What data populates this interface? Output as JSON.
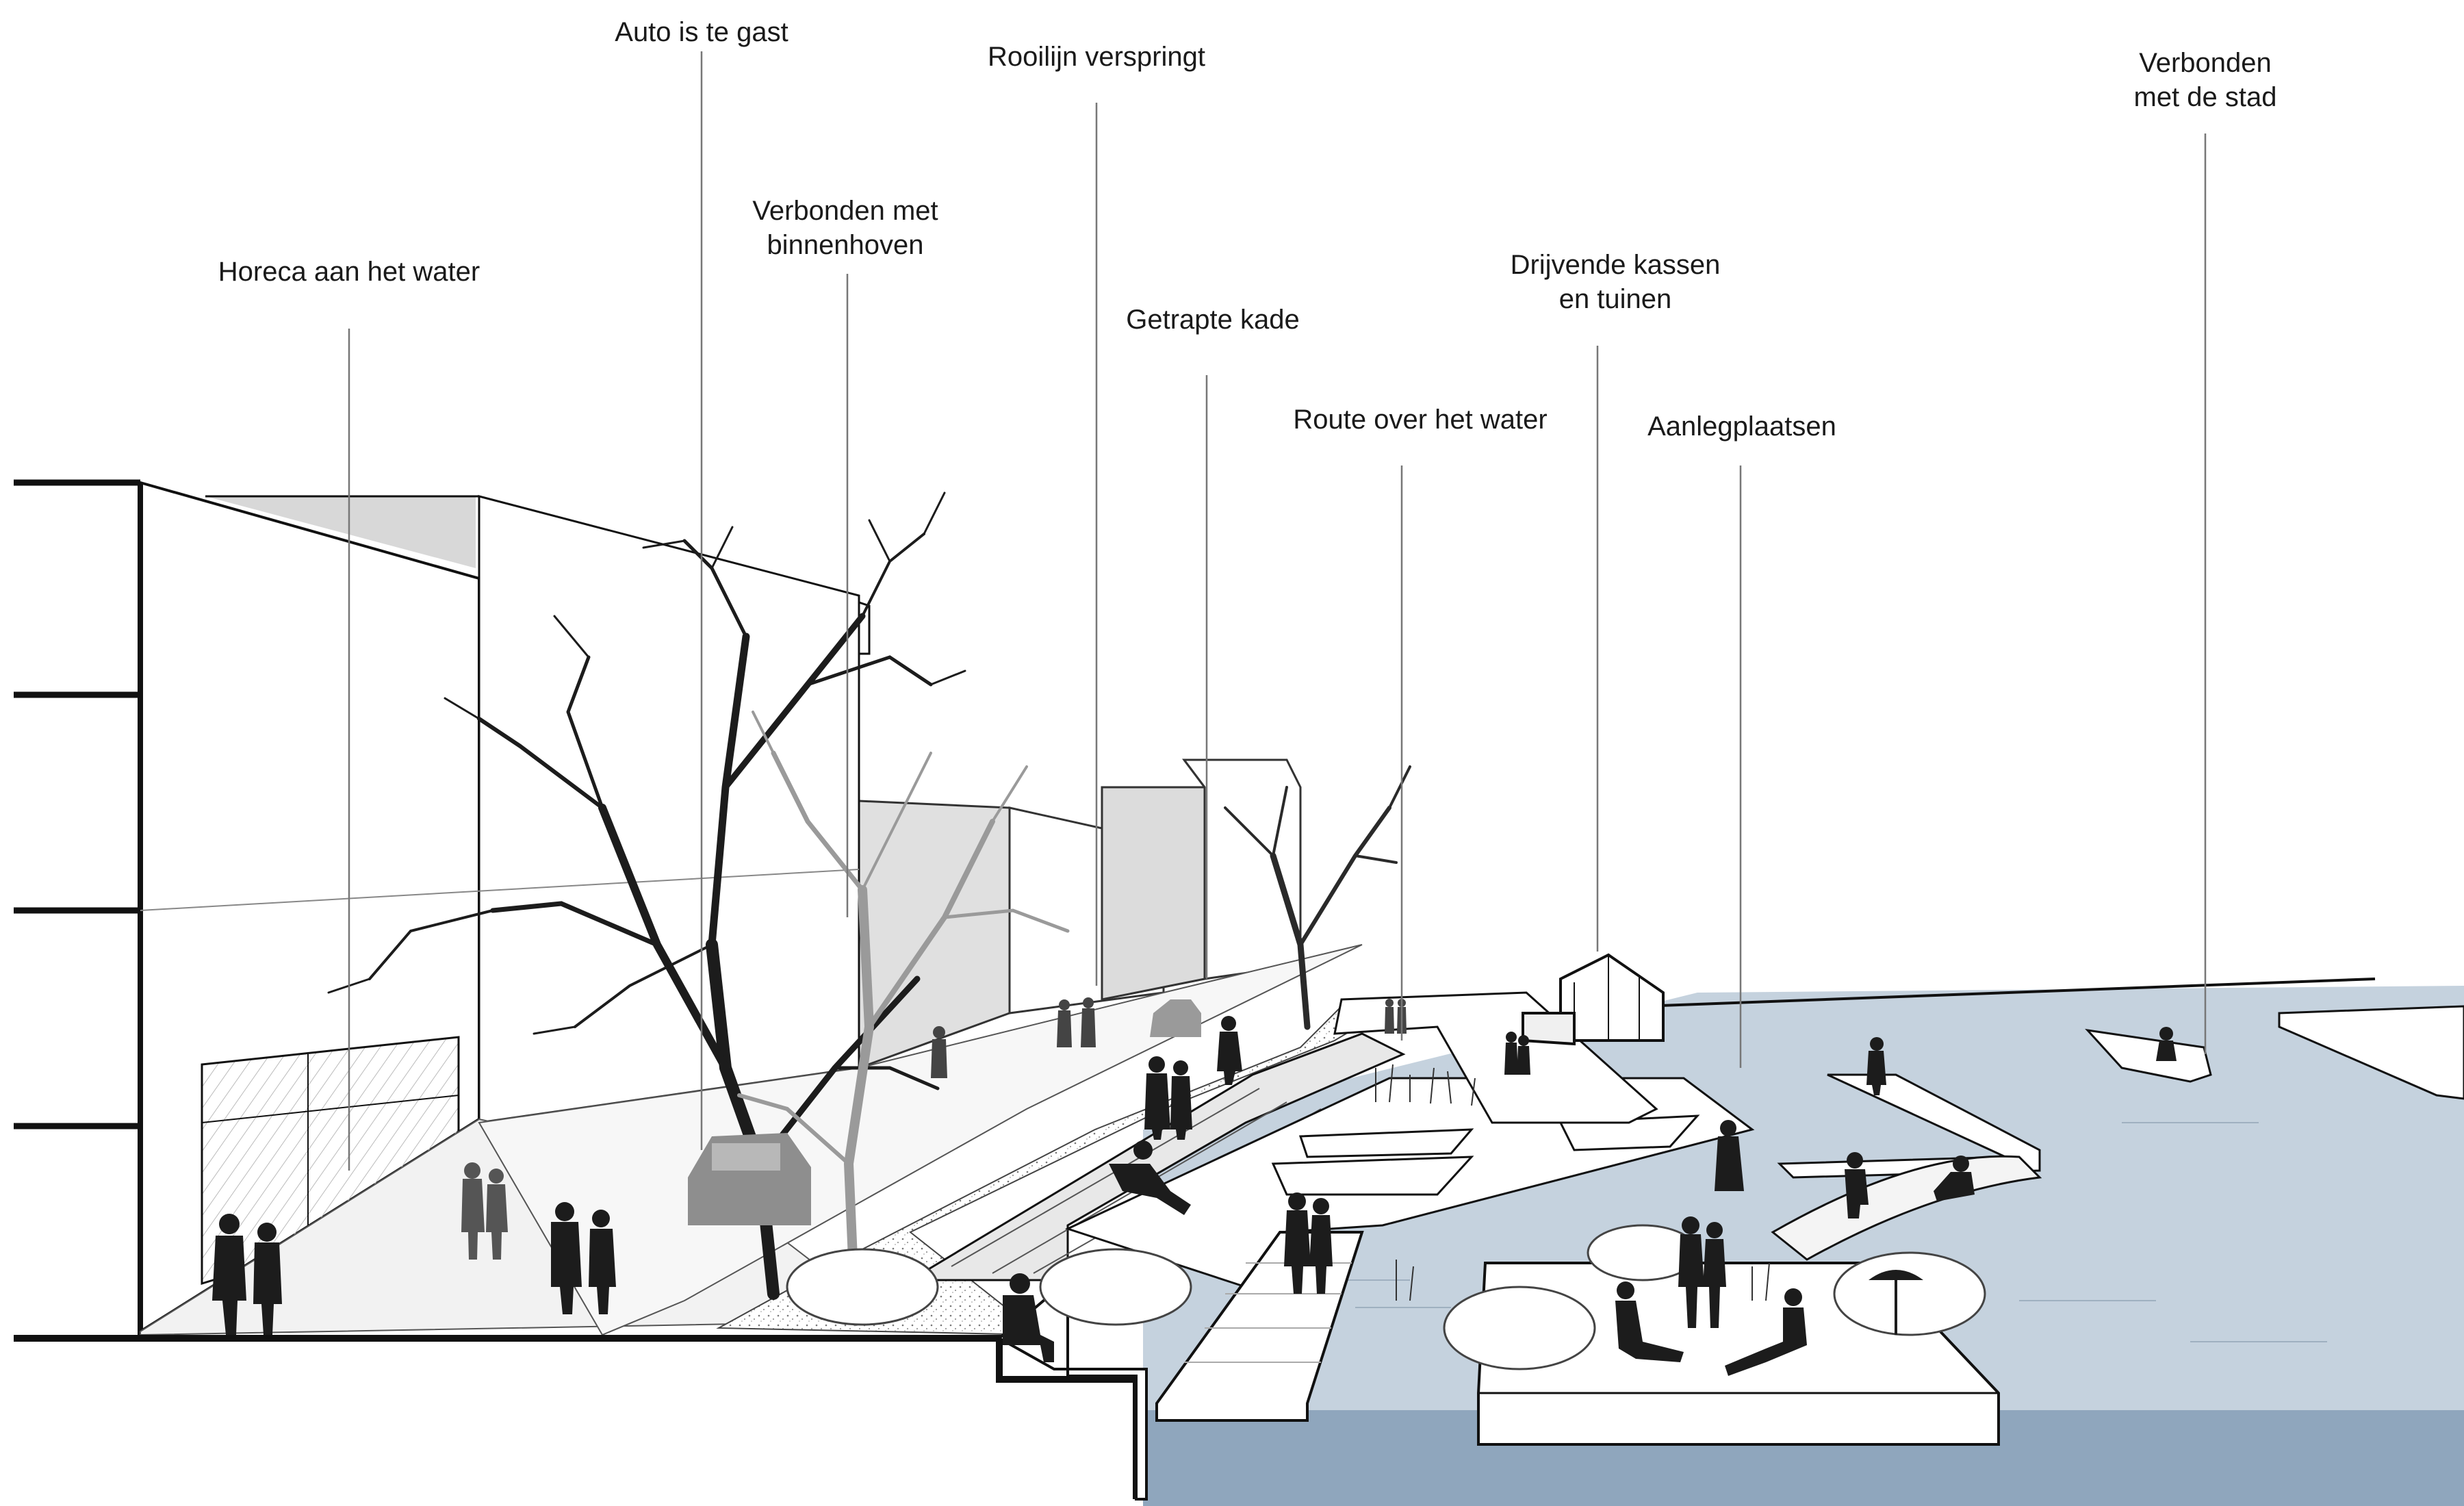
{
  "annotations": [
    {
      "id": "horeca",
      "text": "Horeca aan het water"
    },
    {
      "id": "auto",
      "text": "Auto is te gast"
    },
    {
      "id": "binnenhoven",
      "text": "Verbonden met\nbinnenhoven"
    },
    {
      "id": "rooilijn",
      "text": "Rooilijn verspringt"
    },
    {
      "id": "kade",
      "text": "Getrapte kade"
    },
    {
      "id": "route",
      "text": "Route over het water"
    },
    {
      "id": "kassen",
      "text": "Drijvende kassen\nen tuinen"
    },
    {
      "id": "aanleg",
      "text": "Aanlegplaatsen"
    },
    {
      "id": "stad",
      "text": "Verbonden\nmet de stad"
    }
  ],
  "colors": {
    "water": "#c5d2de",
    "water_deep": "#8fa6bd",
    "line": "#111111",
    "wall_gray": "#e4e4e4",
    "silhouette": "#1c1c1c",
    "ghost": "#9a9a9a",
    "leader": "#777777"
  }
}
